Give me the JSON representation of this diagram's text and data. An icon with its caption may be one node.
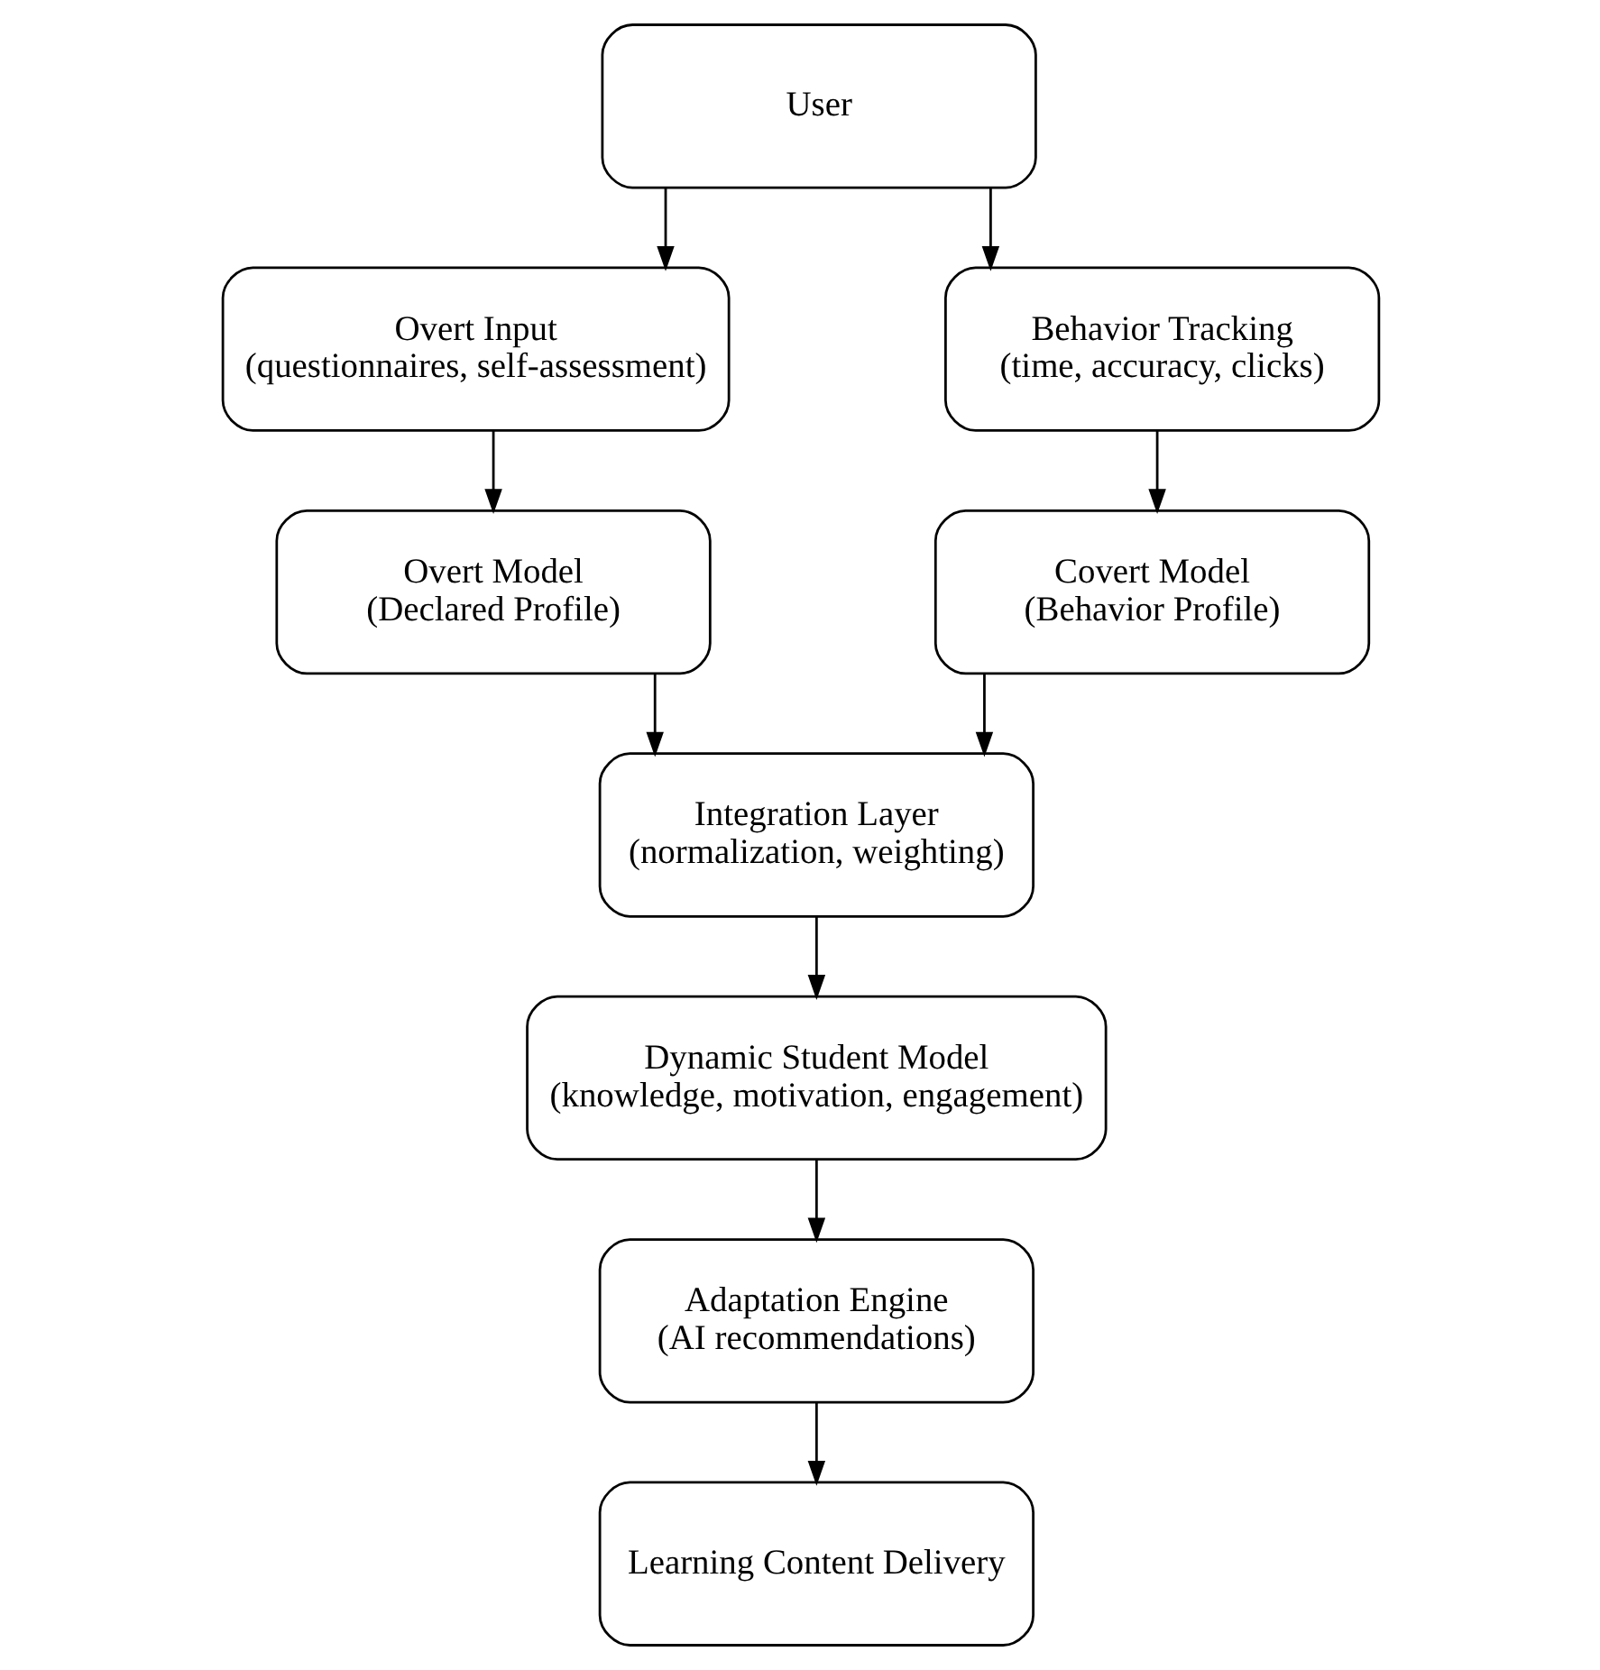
{
  "diagram": {
    "nodes": [
      {
        "text": [
          "User"
        ]
      },
      {
        "text": [
          "Overt Input",
          "(questionnaires, self-assessment)"
        ]
      },
      {
        "text": [
          "Behavior Tracking",
          "(time, accuracy, clicks)"
        ]
      },
      {
        "text": [
          "Overt Model",
          "(Declared Profile)"
        ]
      },
      {
        "text": [
          "Covert Model",
          "(Behavior Profile)"
        ]
      },
      {
        "text": [
          "Integration Layer",
          "(normalization, weighting)"
        ]
      },
      {
        "text": [
          "Dynamic Student Model",
          "(knowledge, motivation, engagement)"
        ]
      },
      {
        "text": [
          "Adaptation Engine",
          "(AI recommendations)"
        ]
      },
      {
        "text": [
          "Learning Content Delivery"
        ]
      }
    ],
    "edges": [
      {
        "from": 0,
        "to": 1,
        "arrow": "to"
      },
      {
        "from": 0,
        "to": 2,
        "arrow": "to"
      },
      {
        "from": 1,
        "to": 3,
        "arrow": "to"
      },
      {
        "from": 2,
        "to": 4,
        "arrow": "to"
      },
      {
        "from": 3,
        "to": 5,
        "arrow": "to"
      },
      {
        "from": 4,
        "to": 5,
        "arrow": "to"
      },
      {
        "from": 5,
        "to": 6,
        "arrow": "to"
      },
      {
        "from": 6,
        "to": 7,
        "arrow": "to"
      },
      {
        "from": 7,
        "to": 8,
        "arrow": "to"
      }
    ]
  }
}
